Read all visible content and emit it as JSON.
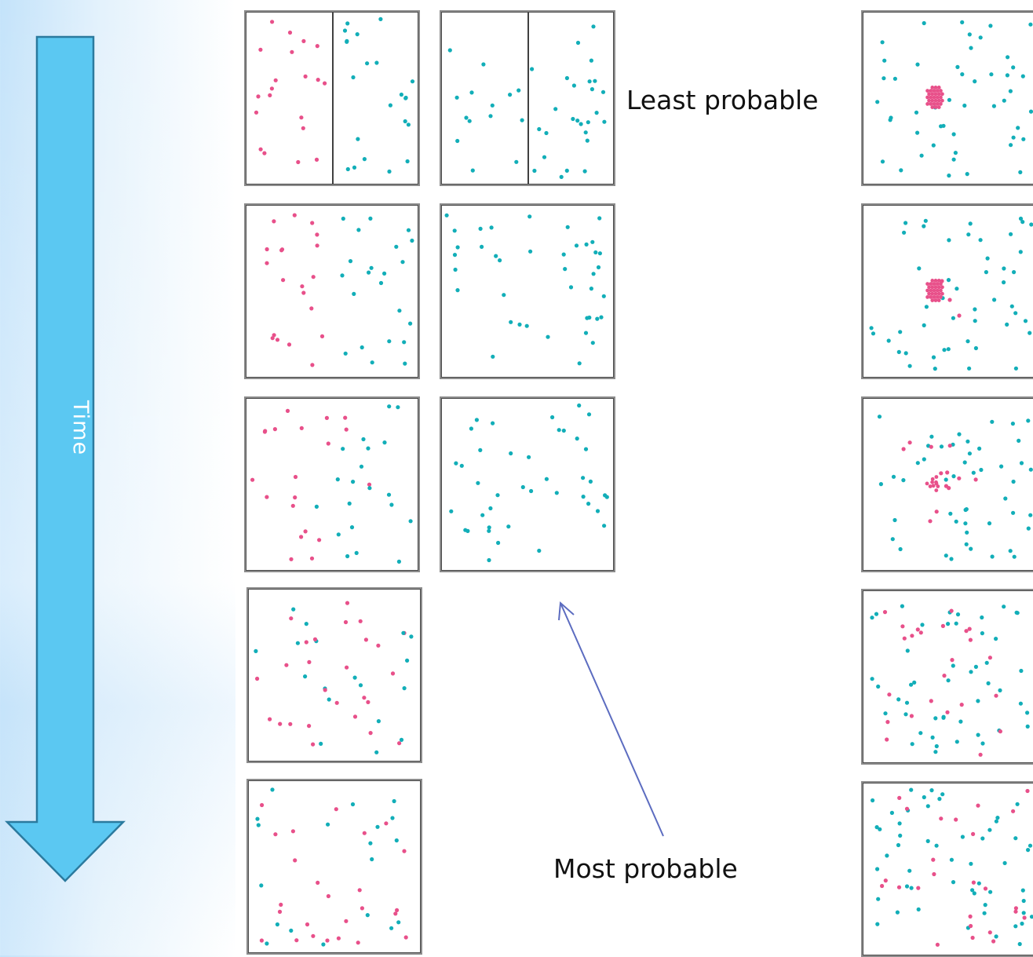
{
  "time_label": "Time",
  "least_label": "Least probable",
  "most_label": "Most probable",
  "colors": {
    "pink": "#e8508a",
    "teal": "#12aeb8",
    "arrow_fill": "#5bc8f2",
    "arrow_stroke": "#2b7a9e",
    "pointer": "#5c6cc0"
  },
  "icons": {
    "time_arrow": "down-arrow-icon",
    "pointer_arrow": "pointer-arrow-icon"
  }
}
